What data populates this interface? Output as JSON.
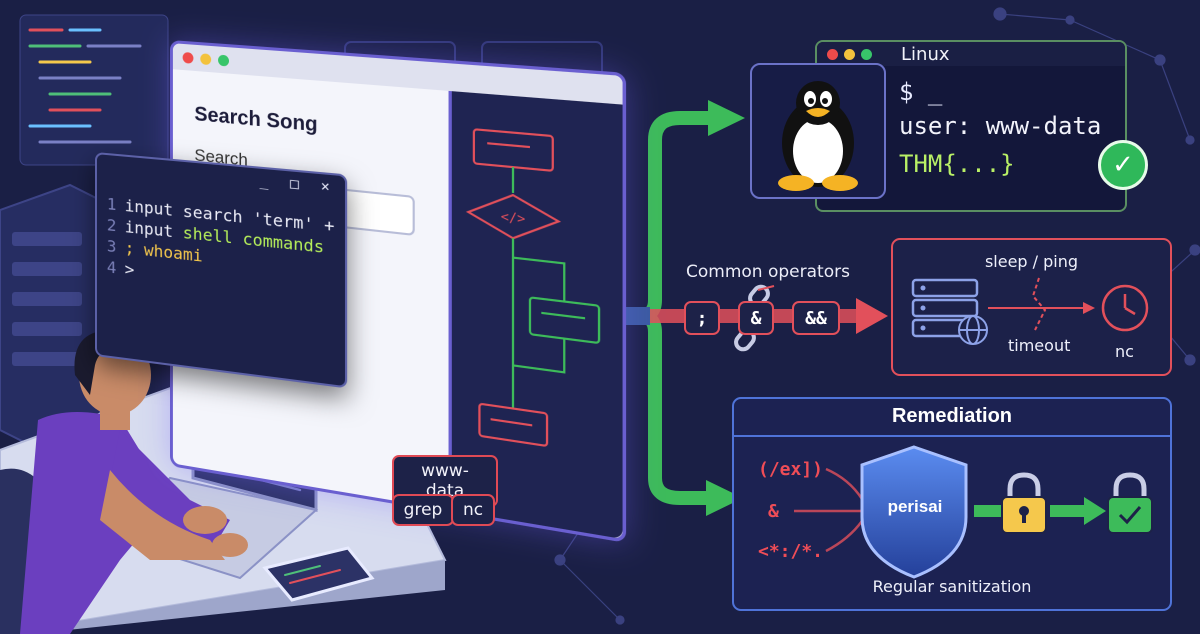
{
  "browser": {
    "title": "Search Song",
    "search_label": "Search"
  },
  "terminal": {
    "controls": "_ □ ×",
    "lines": [
      {
        "num": "1",
        "parts": [
          {
            "t": "input search 'term' +",
            "c": "tw"
          }
        ]
      },
      {
        "num": "2",
        "parts": [
          {
            "t": "input ",
            "c": "tw"
          },
          {
            "t": "shell commands",
            "c": "tg"
          }
        ]
      },
      {
        "num": "3",
        "parts": [
          {
            "t": "; whoami",
            "c": "ty"
          }
        ]
      },
      {
        "num": "4",
        "parts": [
          {
            "t": ">",
            "c": "tw"
          }
        ]
      }
    ]
  },
  "tags": {
    "user": "www-data",
    "cmd1": "grep",
    "cmd2": "nc"
  },
  "linux": {
    "title": "Linux",
    "prompt": "$ _",
    "user": "user: www-data",
    "flag": "THM{...}"
  },
  "operators": {
    "title": "Common operators",
    "items": [
      ";",
      "&",
      "&&"
    ]
  },
  "timing": {
    "title": "sleep / ping",
    "timeout": "timeout",
    "nc": "nc"
  },
  "remediation": {
    "title": "Remediation",
    "bad_inputs": [
      "(/ex])",
      "&",
      "<*:/*."
    ],
    "shield": "perisai",
    "caption": "Regular sanitization"
  },
  "colors": {
    "background": "#1a1f45",
    "attack_red": "#e2505b",
    "success_green": "#3dbb5a",
    "accent_purple": "#6a5fd0",
    "accent_blue": "#4f73d8"
  }
}
